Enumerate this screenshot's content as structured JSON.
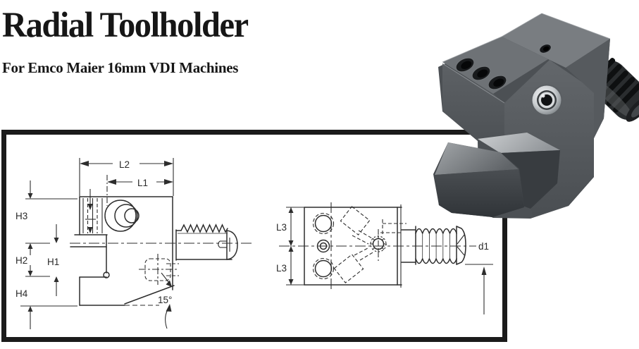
{
  "header": {
    "title": "Radial Toolholder",
    "subtitle": "For Emco Maier 16mm VDI Machines"
  },
  "drawing": {
    "side_view": {
      "dim_length_outer": "L2",
      "dim_length_inner": "L1",
      "dim_height_top": "H3",
      "dim_height_mid": "H2",
      "dim_height_center": "H1",
      "dim_height_bottom": "H4",
      "chamfer_angle": "15°"
    },
    "front_view": {
      "dim_half_width_top": "L3",
      "dim_half_width_bottom": "L3",
      "dim_shank_diameter": "d1"
    }
  },
  "colors": {
    "page_background": "#ffffff",
    "frame_border": "#1b1b1b",
    "drawing_line": "#2d2d2d",
    "product_body": "#4c5054",
    "product_top": "#797d81",
    "product_slot_highlight": "#c6c9cb",
    "product_shank": "#2a2d2f",
    "screw_chrome": "#d8dbdd"
  }
}
